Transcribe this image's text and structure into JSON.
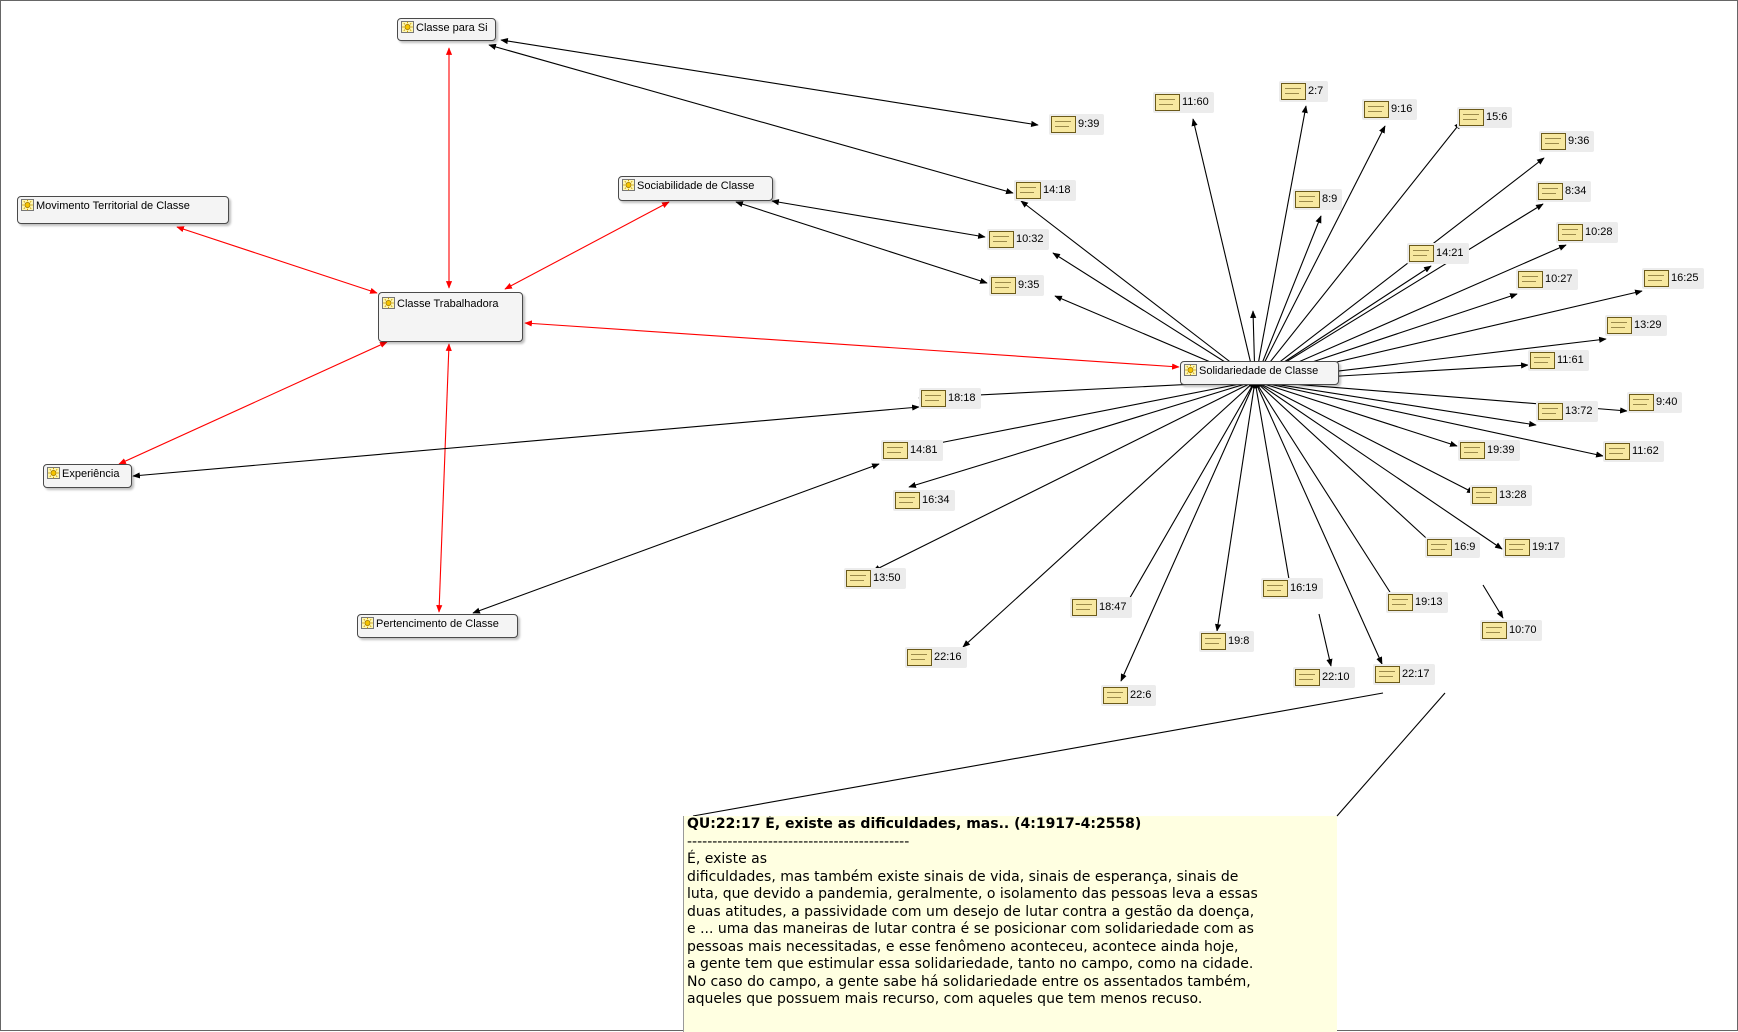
{
  "diagram": {
    "codes": [
      {
        "id": "classe-para-si",
        "label": "Classe para Si"
      },
      {
        "id": "movimento-territorial",
        "label": "Movimento Territorial de Classe"
      },
      {
        "id": "sociabilidade",
        "label": "Sociabilidade de Classe"
      },
      {
        "id": "classe-trabalhadora",
        "label": "Classe Trabalhadora"
      },
      {
        "id": "solidariedade",
        "label": "Solidariedade de Classe"
      },
      {
        "id": "experiencia",
        "label": "Experiência"
      },
      {
        "id": "pertencimento",
        "label": "Pertencimento de Classe"
      }
    ],
    "quotations": [
      "11:60",
      "2:7",
      "9:16",
      "15:6",
      "9:36",
      "9:39",
      "14:18",
      "8:9",
      "8:34",
      "10:28",
      "14:21",
      "10:32",
      "10:27",
      "16:25",
      "9:35",
      "13:29",
      "11:61",
      "18:18",
      "9:40",
      "13:72",
      "14:81",
      "19:39",
      "11:62",
      "16:34",
      "13:28",
      "19:17",
      "16:9",
      "13:50",
      "16:19",
      "18:47",
      "19:13",
      "10:70",
      "19:8",
      "22:16",
      "22:10",
      "22:17",
      "22:6"
    ],
    "edge_colors": {
      "code_relation": "#ff0000",
      "quotation_link": "#000000"
    },
    "icons": {
      "code": "code-sun-icon",
      "quotation": "quotation-document-icon"
    }
  },
  "tooltip": {
    "title": "QU:22:17 É, existe as dificuldades, mas.. (4:1917-4:2558)",
    "separator": "--------------------------------------------",
    "body": "É, existe as\ndificuldades, mas também existe sinais de vida, sinais de esperança, sinais de\nluta, que devido a pandemia, geralmente, o isolamento das pessoas leva a essas\nduas atitudes, a passividade com um desejo de lutar contra a gestão da doença,\ne ... uma das maneiras de lutar contra é se posicionar com solidariedade com as\npessoas mais necessitadas, e esse fenômeno aconteceu, acontece ainda hoje,\na gente tem que estimular essa solidariedade, tanto no campo, como na cidade.\nNo caso do campo, a gente sabe há solidariedade entre os assentados também,\naqueles que possuem mais recurso, com aqueles que tem menos recuso."
  }
}
